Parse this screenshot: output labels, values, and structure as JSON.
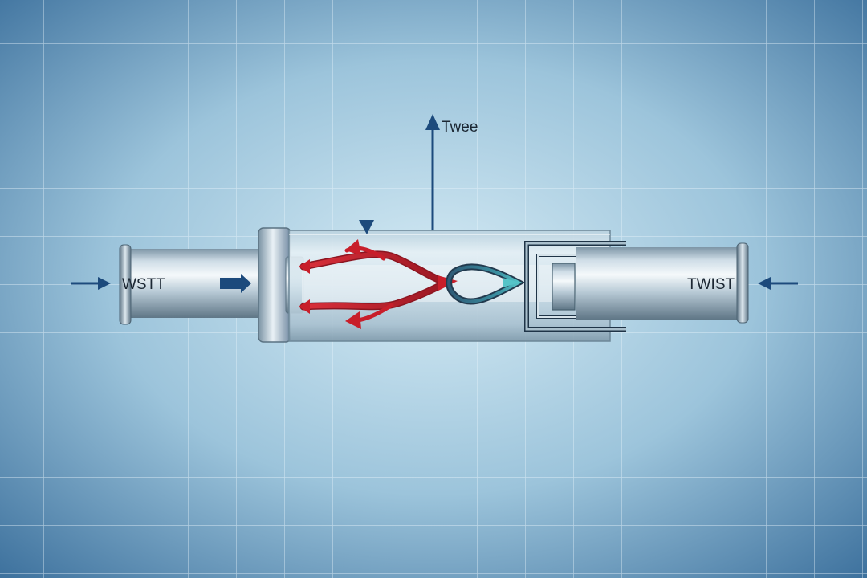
{
  "labels": {
    "top": "Twee",
    "left": "WSTT",
    "right": "TWIST"
  },
  "colors": {
    "background_center": "#d4eaf4",
    "background_edge": "#356a98",
    "grid_line": "#e8f3fa",
    "arrow_blue": "#1c4a7c",
    "flow_red": "#c81e2a",
    "flow_dark_red": "#8c1520",
    "valve_teal": "#39a9b3",
    "metal_light": "#eef4f8",
    "metal_dark": "#6e8493",
    "text": "#1c2733"
  },
  "icons": {
    "top_arrow": "arrow-up-icon",
    "left_input_arrow": "arrow-right-icon",
    "right_input_arrow": "arrow-left-icon",
    "valve": "valve-icon"
  }
}
